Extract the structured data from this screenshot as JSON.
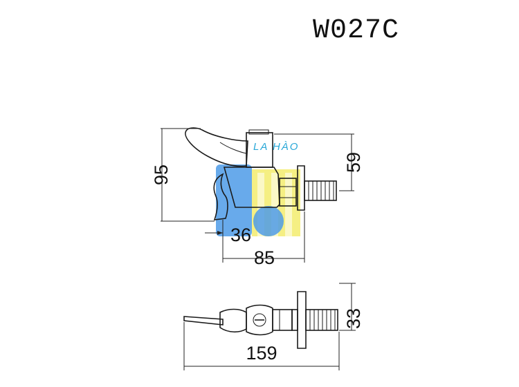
{
  "drawing": {
    "model_code": "W027C",
    "watermark_text": "LA HÀO",
    "colors": {
      "line": "#1a1a1a",
      "watermark_blue": "#4d9be8",
      "watermark_yellow": "#f2ea5a",
      "watermark_text": "#2aa8d8"
    }
  },
  "dimensions": {
    "height_total": "95",
    "height_outlet": "59",
    "spout_offset": "36",
    "body_length": "85",
    "length_total": "159",
    "thread_height": "33"
  }
}
